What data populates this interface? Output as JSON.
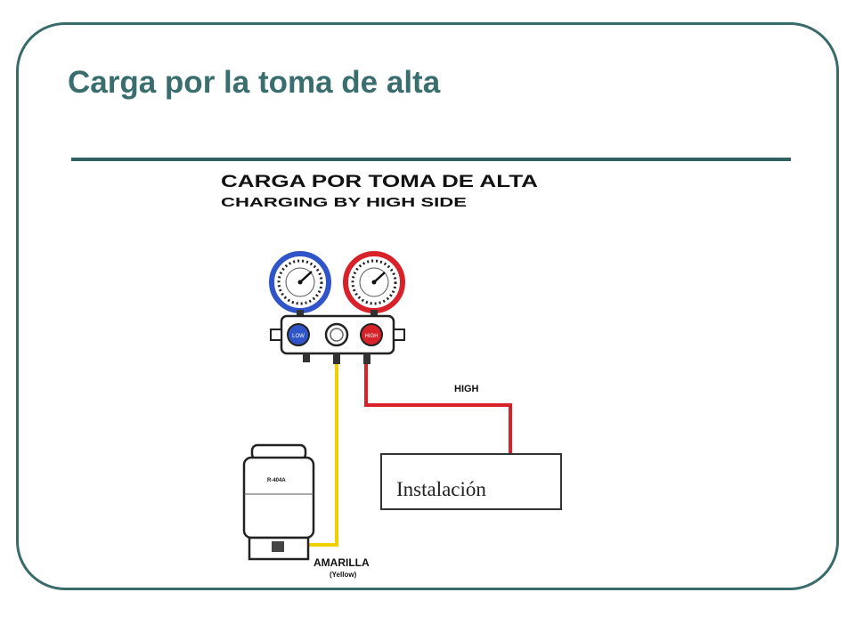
{
  "slide": {
    "title": "Carga por la toma de alta"
  },
  "diagram": {
    "heading_es": "CARGA POR TOMA DE ALTA",
    "heading_en": "CHARGING BY HIGH SIDE",
    "high_label": "HIGH",
    "installation_label": "Instalación",
    "yellow_label_es": "AMARILLA",
    "yellow_label_en": "(Yellow)",
    "low_knob_label": "LOW",
    "high_knob_label": "HIGH",
    "cylinder_label": "R-404A"
  },
  "colors": {
    "accent": "#3a6e6e",
    "frame": "#3a6b6b",
    "low_gauge": "#2f55c8",
    "high_gauge": "#d8222a",
    "yellow_hose": "#f0d000",
    "red_hose": "#d8222a"
  },
  "icons": [
    "low-pressure-gauge-icon",
    "high-pressure-gauge-icon",
    "manifold-icon",
    "refrigerant-cylinder-icon"
  ]
}
